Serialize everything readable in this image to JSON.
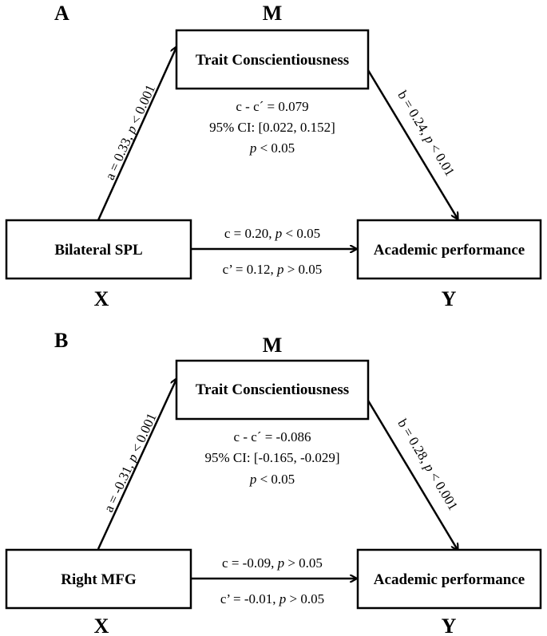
{
  "panels": [
    {
      "letter": "A",
      "m_role": "M",
      "x_role": "X",
      "y_role": "Y",
      "mediator": "Trait Conscientiousness",
      "predictor": "Bilateral SPL",
      "outcome": "Academic performance",
      "a_path": {
        "prefix": "a = 0.33, ",
        "p": "p",
        "rest": " < 0.001"
      },
      "b_path": {
        "prefix": "b = 0.24, ",
        "p": "p",
        "rest": " < 0.01"
      },
      "indirect": {
        "line1": "c - c´ =  0.079",
        "line2": "95% CI: [0.022, 0.152]",
        "line3_p": "p",
        "line3_rest": " < 0.05"
      },
      "c_path": {
        "prefix": "c = 0.20, ",
        "p": "p",
        "rest": " < 0.05"
      },
      "c_prime_path": {
        "prefix": "c’ = 0.12, ",
        "p": "p",
        "rest": " > 0.05"
      }
    },
    {
      "letter": "B",
      "m_role": "M",
      "x_role": "X",
      "y_role": "Y",
      "mediator": "Trait Conscientiousness",
      "predictor": "Right MFG",
      "outcome": "Academic performance",
      "a_path": {
        "prefix": "a = -0.31, ",
        "p": "p",
        "rest": " < 0.001"
      },
      "b_path": {
        "prefix": "b = 0.28, ",
        "p": "p",
        "rest": " < 0.001"
      },
      "indirect": {
        "line1": "c - c´ =  -0.086",
        "line2": "95% CI: [-0.165, -0.029]",
        "line3_p": "p",
        "line3_rest": " < 0.05"
      },
      "c_path": {
        "prefix": "c = -0.09, ",
        "p": "p",
        "rest": " > 0.05"
      },
      "c_prime_path": {
        "prefix": "c’ = -0.01, ",
        "p": "p",
        "rest": " > 0.05"
      }
    }
  ]
}
